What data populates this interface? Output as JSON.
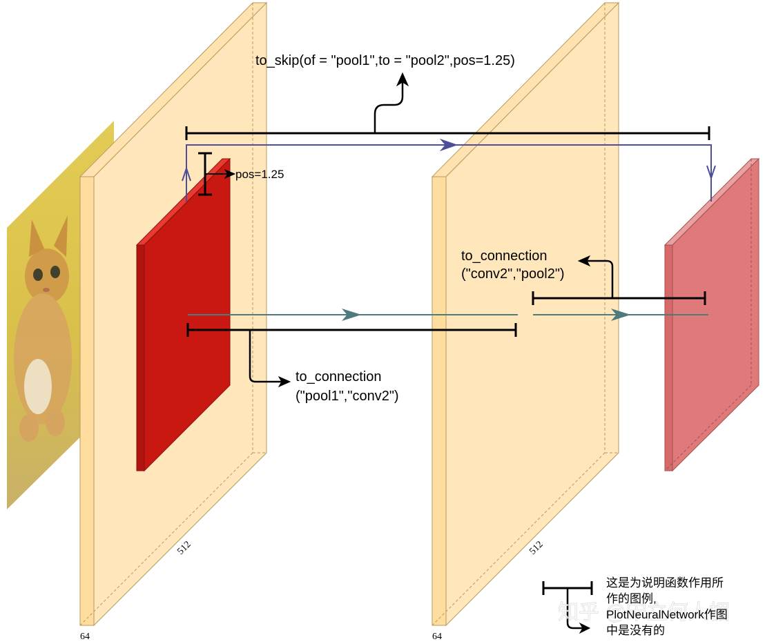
{
  "labels": {
    "skip_code": "to_skip(of = \"pool1\",to = \"pool2\",pos=1.25)",
    "pos_label": "pos=1.25",
    "conn2_line1": "to_connection",
    "conn2_line2": "(\"conv2\",\"pool2\")",
    "conn1_line1": "to_connection",
    "conn1_line2": "(\"pool1\",\"conv2\")",
    "layer1_width": "512",
    "layer1_depth": "64",
    "layer2_width": "512",
    "layer2_depth": "64"
  },
  "legend": {
    "line1": "这是为说明函数作用所",
    "line2": "作的图例,",
    "line3": "PlotNeuralNetwork作图",
    "line4": "中是没有的"
  },
  "watermark": {
    "text": "知乎 @宋立何人楣"
  },
  "colors": {
    "slab": "#ffe6bb",
    "slab_side": "#ffdd9e",
    "slab_stroke": "#b59a5a",
    "pool1_front": "#c91711",
    "pool1_side": "#e02a22",
    "pool2_front": "#e07a7a",
    "pool2_side": "#e99393",
    "skip_line": "#4d4d99",
    "connection_line": "#4d7a7a",
    "bracket": "#000000",
    "image_bg": "#d9c24a"
  },
  "icons": {
    "input_image": "kitten-photo"
  }
}
